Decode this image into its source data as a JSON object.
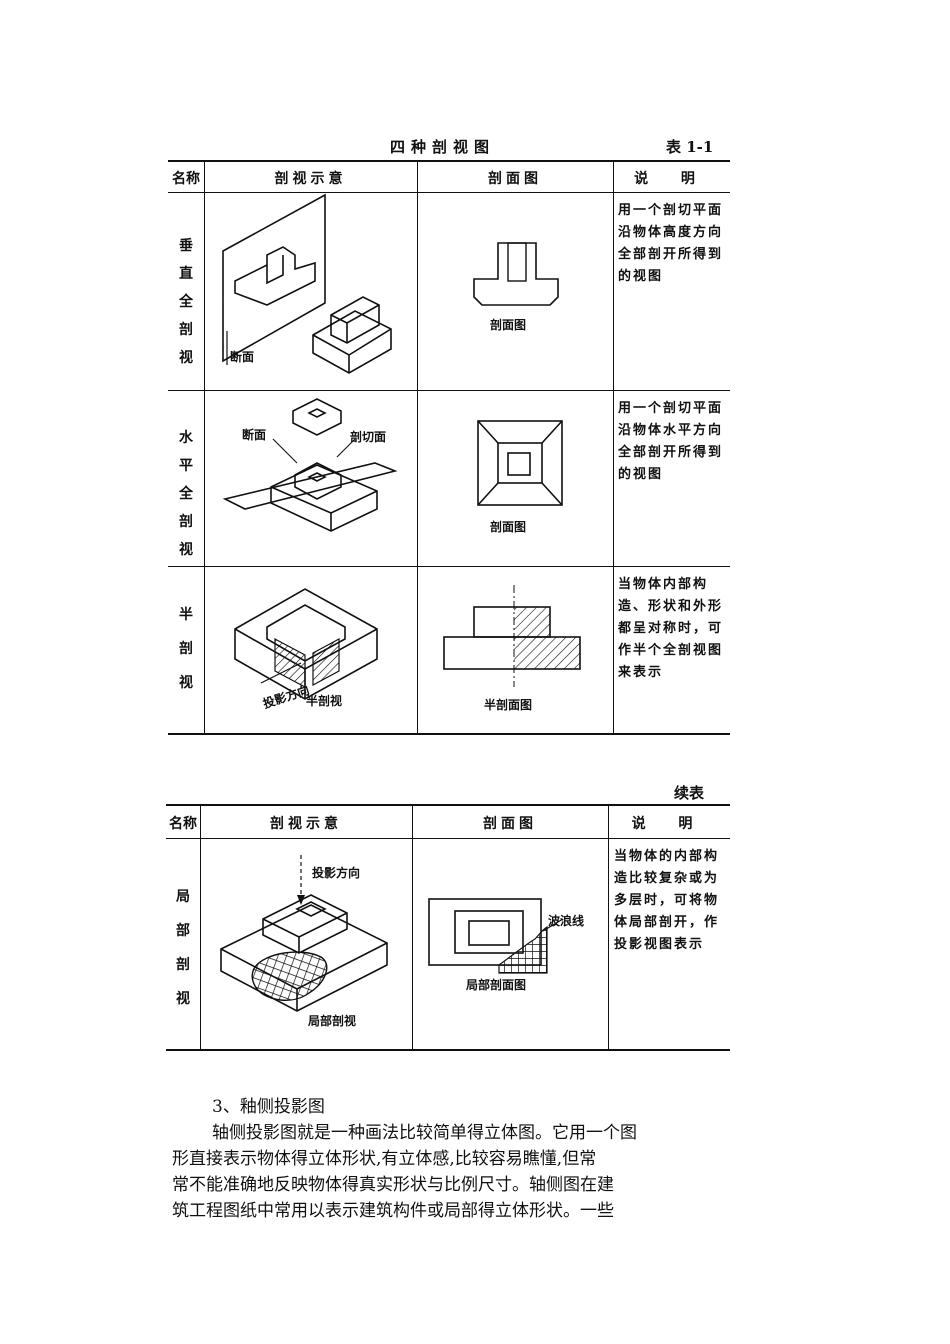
{
  "table1": {
    "title": "四种剖视图",
    "table_no": "表 1-1",
    "headers": [
      "名称",
      "剖视示意",
      "剖面图",
      "说 明"
    ],
    "rows": [
      {
        "name": "垂直全剖视",
        "diagram_label": "断面",
        "section_label": "剖面图",
        "desc": "用一个剖切平面沿物体高度方向全部剖开所得到的视图"
      },
      {
        "name": "水平全剖视",
        "diagram_labels": [
          "断面",
          "剖切面"
        ],
        "section_label": "剖面图",
        "desc": "用一个剖切平面沿物体水平方向全部剖开所得到的视图"
      },
      {
        "name": "半剖视",
        "diagram_labels": [
          "投影方向",
          "半剖视"
        ],
        "section_label": "半剖面图",
        "desc": "当物体内部构造、形状和外形都呈对称时，可作半个全剖视图来表示"
      }
    ]
  },
  "table2": {
    "caption": "续表",
    "headers": [
      "名称",
      "剖视示意",
      "剖面图",
      "说 明"
    ],
    "rows": [
      {
        "name": "局部剖视",
        "diagram_labels": [
          "投影方向",
          "局部剖视"
        ],
        "section_labels": [
          "波浪线",
          "局部剖面图"
        ],
        "desc": "当物体的内部构造比较复杂或为多层时，可将物体局部剖开，作投影视图表示"
      }
    ]
  },
  "text": {
    "heading": "3、釉侧投影图",
    "lines": [
      "轴侧投影图就是一种画法比较简单得立体图。它用一个图",
      "形直接表示物体得立体形状,有立体感,比较容易瞧懂,但常",
      "常不能准确地反映物体得真实形状与比例尺寸。轴侧图在建",
      "筑工程图纸中常用以表示建筑构件或局部得立体形状。一些"
    ]
  }
}
